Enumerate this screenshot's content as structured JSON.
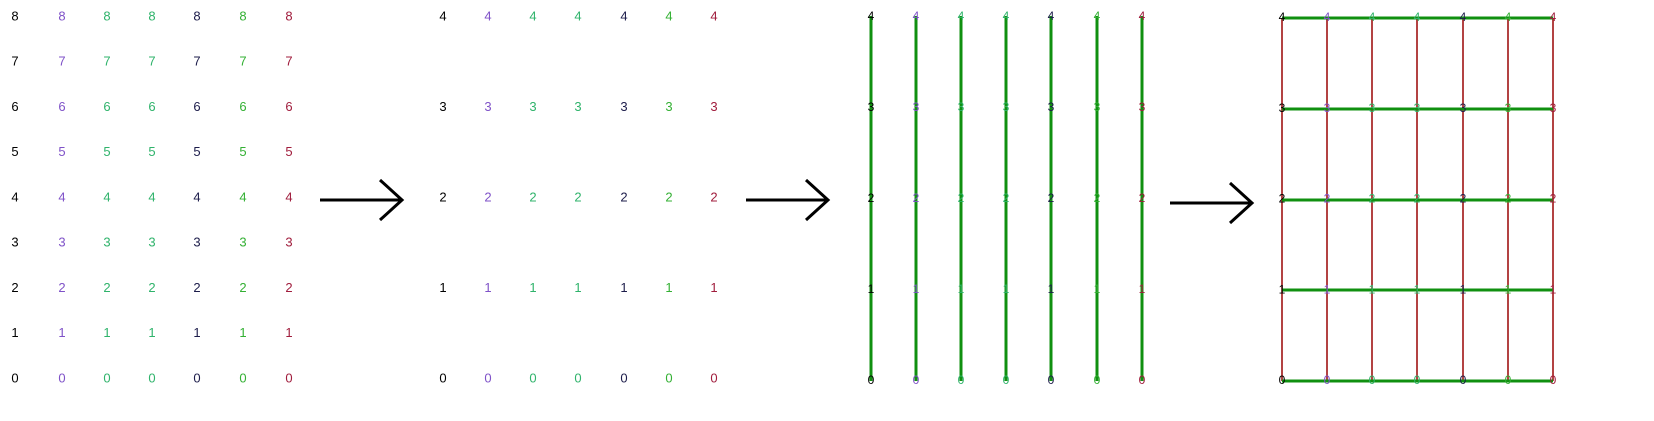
{
  "colors": {
    "column_colors": [
      "#000000",
      "#7f52c8",
      "#2fb36b",
      "#2fb36b",
      "#1c1c4a",
      "#33b033",
      "#a01c3c"
    ],
    "green_line": "#109010",
    "red_line": "#a01414",
    "arrow": "#000000"
  },
  "grid_a": {
    "rows": [
      "8",
      "7",
      "6",
      "5",
      "4",
      "3",
      "2",
      "1",
      "0"
    ]
  },
  "grid_b": {
    "rows": [
      "4",
      "3",
      "2",
      "1",
      "0"
    ]
  },
  "grid_c": {
    "rows": [
      "4",
      "3",
      "2",
      "1",
      "0"
    ]
  },
  "grid_d": {
    "rows": [
      "4",
      "3",
      "2",
      "1",
      "0"
    ]
  },
  "arrows": [
    "arrow-1",
    "arrow-2",
    "arrow-3"
  ]
}
